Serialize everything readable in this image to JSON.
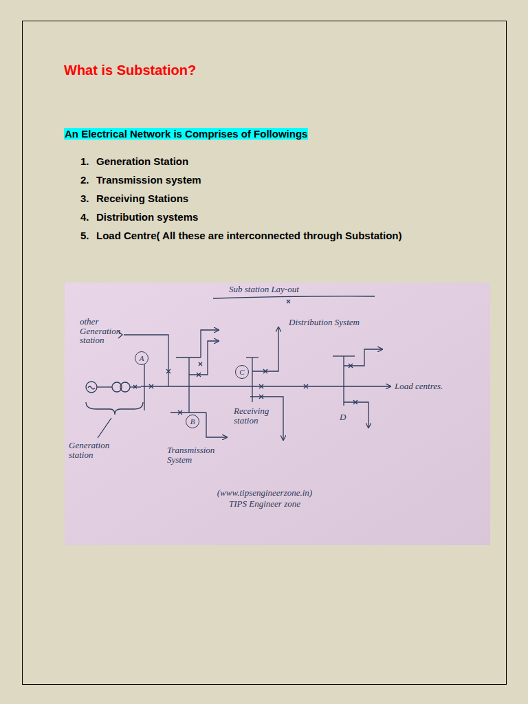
{
  "diagram": {
    "title": "What is Substation?",
    "nodes": [
      {
        "text": [
          "A"
        ]
      },
      {
        "text": [
          "B"
        ]
      },
      {
        "text": [
          "C"
        ]
      }
    ],
    "labels": [
      "An Electrical Network is Comprises of Followings",
      "1.",
      "Generation Station",
      "2.",
      "Transmission system",
      "3.",
      "Receiving Stations",
      "4.",
      "Distribution systems",
      "5.",
      "Load Centre( All these are interconnected through Substation)",
      "Sub station Lay-out",
      "other Generation station",
      "Distribution System",
      "Load centres.",
      "Receiving station",
      "D",
      "Generation station",
      "Transmission System",
      "(www.tipsengineerzone.in)",
      "TIPS Engineer zone"
    ]
  }
}
